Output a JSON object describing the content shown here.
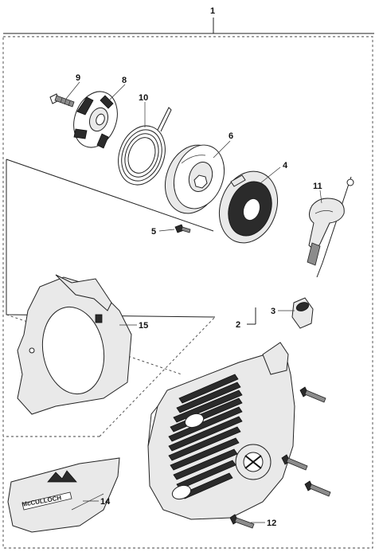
{
  "callouts": {
    "c1": "1",
    "c2": "2",
    "c3": "3",
    "c4": "4",
    "c5": "5",
    "c6": "6",
    "c8": "8",
    "c9": "9",
    "c10": "10",
    "c11": "11",
    "c12": "12",
    "c14": "14",
    "c15": "15"
  },
  "logo_text": "McCULLOCH"
}
